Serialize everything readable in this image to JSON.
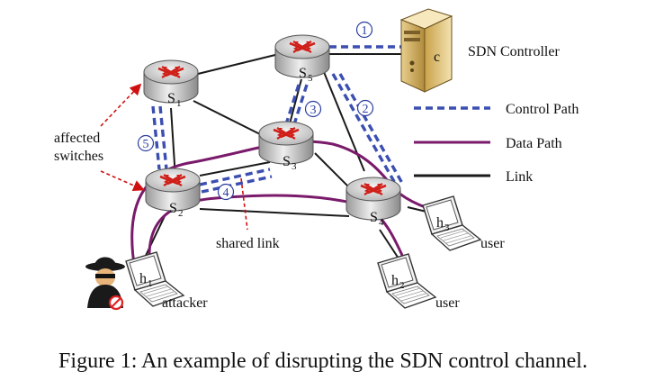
{
  "caption": "Figure 1: An example of disrupting the SDN control channel.",
  "controller": {
    "label": "SDN Controller",
    "glyph": "c"
  },
  "legend": [
    {
      "label": "Control Path",
      "color": "#3b4fb0",
      "style": "dashed"
    },
    {
      "label": "Data Path",
      "color": "#7a1a6b",
      "style": "solid"
    },
    {
      "label": "Link",
      "color": "#1a1a1a",
      "style": "solid"
    }
  ],
  "switches": [
    {
      "id": "s1",
      "base": "S",
      "sub": "1"
    },
    {
      "id": "s2",
      "base": "S",
      "sub": "2"
    },
    {
      "id": "s3",
      "base": "S",
      "sub": "3"
    },
    {
      "id": "s4",
      "base": "S",
      "sub": "4"
    },
    {
      "id": "s5",
      "base": "S",
      "sub": "5"
    }
  ],
  "hosts": [
    {
      "id": "h1",
      "base": "h",
      "sub": "1",
      "role": "attacker"
    },
    {
      "id": "h2",
      "base": "h",
      "sub": "2",
      "role": "user"
    },
    {
      "id": "h3",
      "base": "h",
      "sub": "3",
      "role": "user"
    }
  ],
  "annotations": {
    "affected_line1": "affected",
    "affected_line2": "switches",
    "shared_link": "shared link"
  },
  "path_numbers": [
    "1",
    "2",
    "3",
    "4",
    "5"
  ]
}
